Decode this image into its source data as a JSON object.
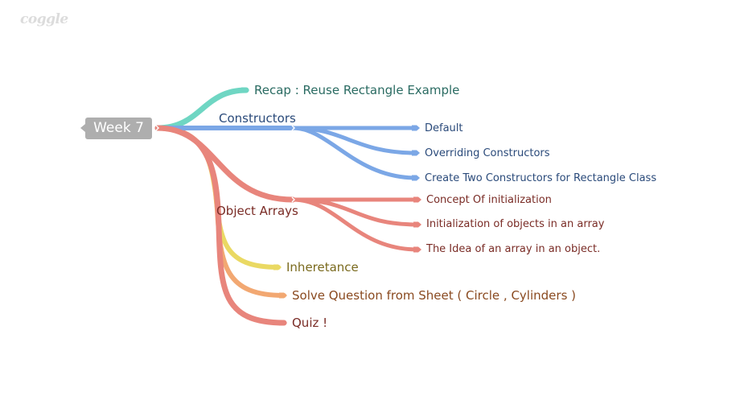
{
  "app": {
    "logo_text": "coggle"
  },
  "mindmap": {
    "root": {
      "label": "Week 7",
      "color": "#aeaeae"
    },
    "branches": [
      {
        "label": "Recap : Reuse Rectangle Example",
        "color": "#6fd6c3",
        "text_color": "#2a6b62",
        "children": []
      },
      {
        "label": "Constructors",
        "color": "#7ba7e6",
        "text_color": "#2a4a7a",
        "children": [
          "Default",
          "Overriding Constructors",
          "Create Two Constructors for Rectangle Class"
        ]
      },
      {
        "label": "Object Arrays",
        "color": "#e8857c",
        "text_color": "#7a2c26",
        "children": [
          "Concept Of initialization",
          "Initialization of objects in an array",
          "The Idea of an array in an object."
        ]
      },
      {
        "label": "Inheretance",
        "color": "#ead963",
        "text_color": "#7a6a1e",
        "children": []
      },
      {
        "label": "Solve Question from Sheet ( Circle , Cylinders )",
        "color": "#f2a872",
        "text_color": "#8a4a20",
        "children": []
      },
      {
        "label": "Quiz !",
        "color": "#e8857c",
        "text_color": "#7a2c26",
        "children": []
      }
    ]
  }
}
